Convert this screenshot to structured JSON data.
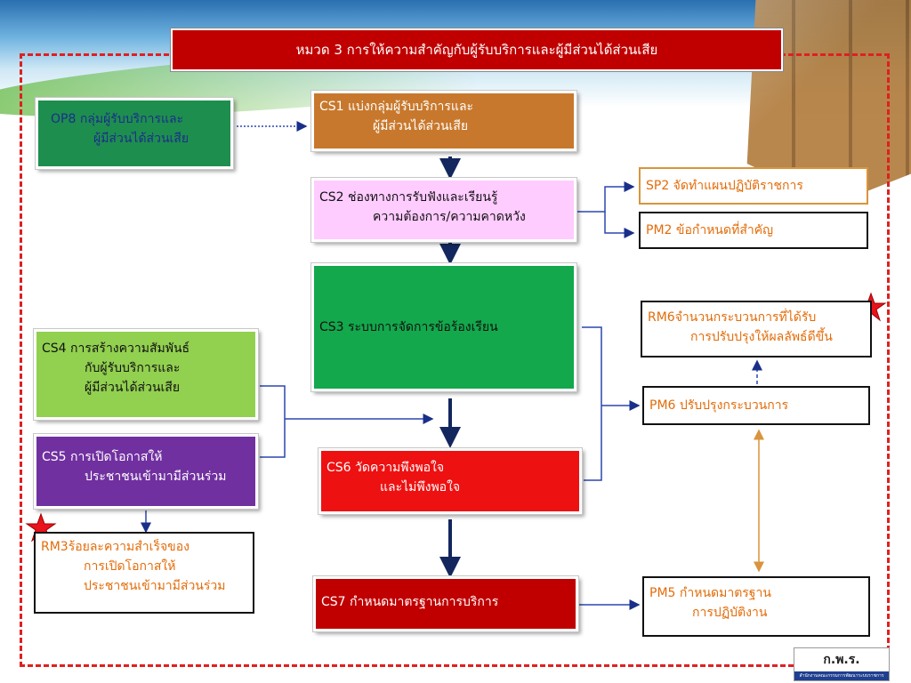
{
  "title": "หมวด 3 การให้ความสำคัญกับผู้รับบริการและผู้มีส่วนได้ส่วนเสีย",
  "boxes": {
    "op8": {
      "line1": "OP8  กลุ่มผู้รับบริการและ",
      "line2": "ผู้มีส่วนได้ส่วนเสีย"
    },
    "cs1": {
      "line1": "CS1    แบ่งกลุ่มผู้รับบริการและ",
      "line2": "ผู้มีส่วนได้ส่วนเสีย"
    },
    "cs2": {
      "line1": "CS2   ช่องทางการรับฟังและเรียนรู้",
      "line2": "ความต้องการ/ความคาดหวัง"
    },
    "cs3": {
      "line1": "CS3    ระบบการจัดการข้อร้องเรียน"
    },
    "cs4": {
      "line1": "CS4 การสร้างความสัมพันธ์",
      "line2": "กับผู้รับบริการและ",
      "line3": "ผู้มีส่วนได้ส่วนเสีย"
    },
    "cs5": {
      "line1": "CS5 การเปิดโอกาสให้",
      "line2": "ประชาชนเข้ามามีส่วนร่วม"
    },
    "cs6": {
      "line1": "CS6    วัดความพึงพอใจ",
      "line2": "และไม่พึงพอใจ"
    },
    "cs7": {
      "line1": "CS7  กำหนดมาตรฐานการบริการ"
    },
    "rm3": {
      "line1": "RM3ร้อยละความสำเร็จของ",
      "line2": "การเปิดโอกาสให้",
      "line3": "ประชาชนเข้ามามีส่วนร่วม"
    },
    "sp2": {
      "line1": "SP2 จัดทำแผนปฏิบัติราชการ"
    },
    "pm2": {
      "line1": "PM2 ข้อกำหนดที่สำคัญ"
    },
    "rm6": {
      "line1": "RM6จำนวนกระบวนการที่ได้รับ",
      "line2": "การปรับปรุงให้ผลลัพธ์ดีขึ้น"
    },
    "pm6": {
      "line1": "PM6 ปรับปรุงกระบวนการ"
    },
    "pm5": {
      "line1": "PM5  กำหนดมาตรฐาน",
      "line2": "การปฏิบัติงาน"
    }
  },
  "logo": {
    "text": "ก.พ.ร.",
    "subtext": "สำนักงานคณะกรรมการพัฒนาระบบราชการ"
  },
  "colors": {
    "title_bg": "#c00000",
    "op8": "#1e8e4e",
    "cs1": "#c8782c",
    "cs2": "#ffccff",
    "cs3": "#13a84c",
    "cs4": "#92d050",
    "cs5": "#7030a0",
    "cs6": "#ee1111",
    "cs7": "#c00000",
    "accent_text": "#e36c09",
    "frame": "#e02020",
    "arrow": "#1a2f8a"
  }
}
